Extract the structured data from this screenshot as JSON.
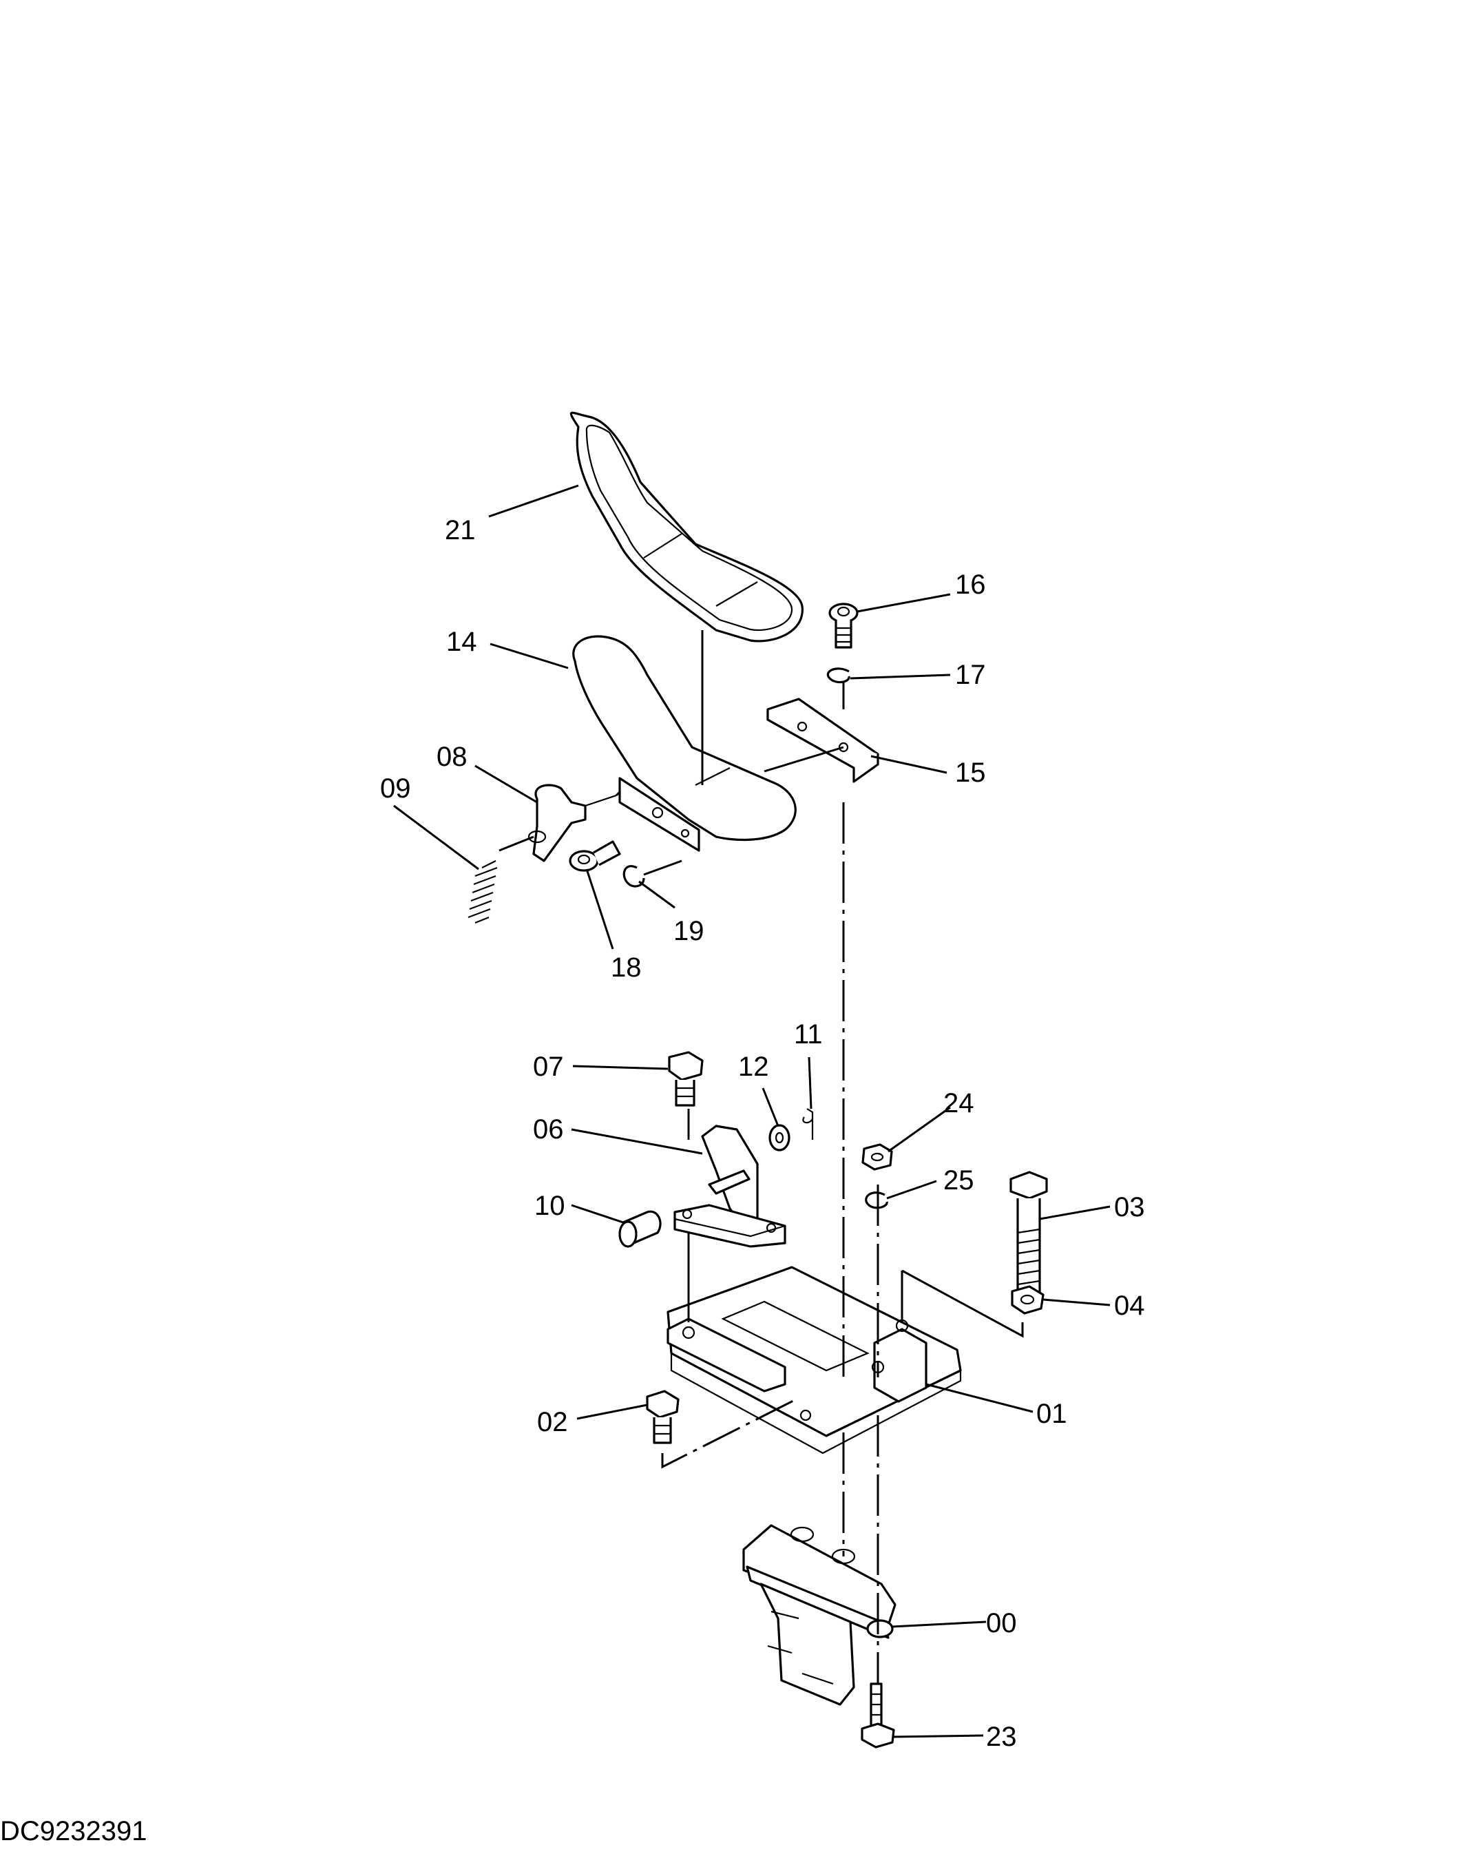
{
  "diagram": {
    "document_id": "DC9232391",
    "callouts": [
      {
        "id": "21",
        "label": "21"
      },
      {
        "id": "14",
        "label": "14"
      },
      {
        "id": "16",
        "label": "16"
      },
      {
        "id": "17",
        "label": "17"
      },
      {
        "id": "15",
        "label": "15"
      },
      {
        "id": "08",
        "label": "08"
      },
      {
        "id": "09",
        "label": "09"
      },
      {
        "id": "19",
        "label": "19"
      },
      {
        "id": "18",
        "label": "18"
      },
      {
        "id": "11",
        "label": "11"
      },
      {
        "id": "07",
        "label": "07"
      },
      {
        "id": "12",
        "label": "12"
      },
      {
        "id": "24",
        "label": "24"
      },
      {
        "id": "06",
        "label": "06"
      },
      {
        "id": "25",
        "label": "25"
      },
      {
        "id": "03",
        "label": "03"
      },
      {
        "id": "10",
        "label": "10"
      },
      {
        "id": "04",
        "label": "04"
      },
      {
        "id": "01",
        "label": "01"
      },
      {
        "id": "02",
        "label": "02"
      },
      {
        "id": "00",
        "label": "00"
      },
      {
        "id": "23",
        "label": "23"
      }
    ]
  }
}
